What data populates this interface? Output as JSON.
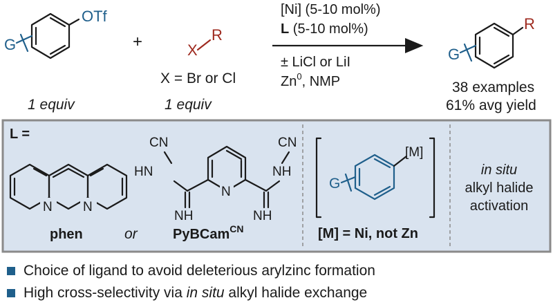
{
  "top": {
    "aryl_triflate": {
      "group": "G",
      "substituent": "OTf",
      "equiv": "1 equiv"
    },
    "plus": "+",
    "alkyl_halide": {
      "x": "X",
      "r": "R",
      "condition": "X = Br or Cl",
      "equiv": "1 equiv"
    },
    "conditions_above": [
      "[Ni] (5-10 mol%)",
      "(5-10 mol%)"
    ],
    "ligand_letter": "L",
    "conditions_below": [
      "± LiCl or LiI",
      "Zn",
      "0",
      ", NMP"
    ],
    "product": {
      "group": "G",
      "r": "R",
      "examples": "38 examples",
      "yield": "61% avg yield"
    }
  },
  "panel": {
    "ligand_def": "L =",
    "phen": {
      "n1": "N",
      "n2": "N",
      "label": "phen"
    },
    "or": "or",
    "pybcam": {
      "cn_left": "CN",
      "cn_right": "CN",
      "hn": "HN",
      "nh_right": "NH",
      "nh_bottom_left": "NH",
      "nh_bottom_right": "NH",
      "n_pyr": "N",
      "label": "PyBCam",
      "sup": "CN"
    },
    "metal": {
      "group": "G",
      "m": "[M]",
      "statement": "[M] = Ni, not Zn"
    },
    "activation": {
      "line1": "in situ",
      "line2": "alkyl halide",
      "line3": "activation"
    }
  },
  "bullets": {
    "b1": "Choice of ligand to avoid deleterious arylzinc formation",
    "b2_pre": "High cross-selectivity via ",
    "b2_it": "in situ",
    "b2_post": " alkyl halide exchange"
  },
  "colors": {
    "accent_blue": "#1f5f8b",
    "panel_fill": "#d9e3ef",
    "panel_border": "#8a8a8a",
    "red": "#9e2a1f"
  }
}
